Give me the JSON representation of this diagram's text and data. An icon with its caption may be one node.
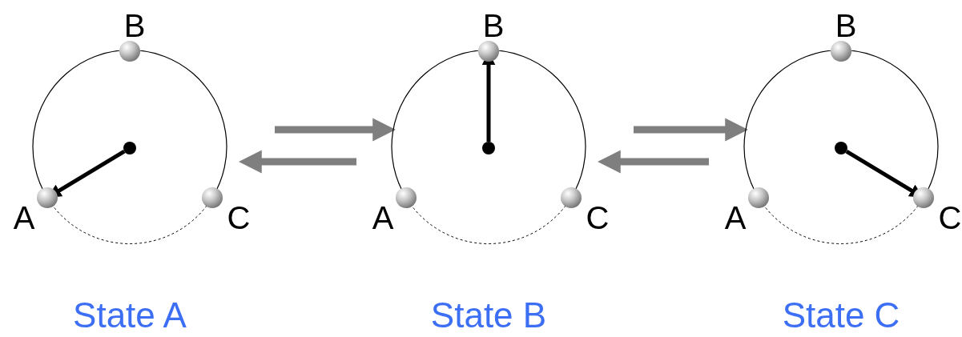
{
  "diagram": {
    "nodes": [
      {
        "text": [],
        "shape": "circle",
        "beside": [
          "State A"
        ]
      },
      {
        "text": [],
        "shape": "circle",
        "in": 0
      },
      {
        "text": [],
        "shape": "circle",
        "in": 0
      },
      {
        "text": [],
        "shape": "circle",
        "in": 0
      },
      {
        "text": [],
        "shape": "circle",
        "in": 0
      },
      {
        "text": [],
        "shape": "circle",
        "beside": [
          "State B"
        ]
      },
      {
        "text": [],
        "shape": "circle",
        "in": 5
      },
      {
        "text": [],
        "shape": "circle",
        "in": 5
      },
      {
        "text": [],
        "shape": "circle",
        "in": 5
      },
      {
        "text": [],
        "shape": "circle",
        "in": 5
      },
      {
        "text": [],
        "shape": "circle",
        "beside": [
          "State C"
        ]
      },
      {
        "text": [],
        "shape": "circle",
        "in": 10
      },
      {
        "text": [],
        "shape": "circle",
        "in": 10
      },
      {
        "text": [],
        "shape": "circle",
        "in": 10
      },
      {
        "text": [],
        "shape": "circle",
        "in": 10
      }
    ],
    "edges": [
      {
        "from": 4,
        "to": 2,
        "arrow": "to",
        "color": "#000000"
      },
      {
        "from": 0,
        "to": 5,
        "arrow": "to"
      },
      {
        "from": 5,
        "to": 0,
        "arrow": "to"
      },
      {
        "from": 9,
        "to": 6,
        "arrow": "to",
        "color": "#000000"
      },
      {
        "from": 5,
        "to": 10,
        "arrow": "to"
      },
      {
        "from": 10,
        "to": 5,
        "arrow": "to"
      },
      {
        "from": 14,
        "to": 13,
        "arrow": "to",
        "color": "#000000"
      }
    ],
    "labels": [
      "B",
      "A",
      "C",
      "B",
      "A",
      "C",
      "B",
      "A",
      "C"
    ]
  }
}
